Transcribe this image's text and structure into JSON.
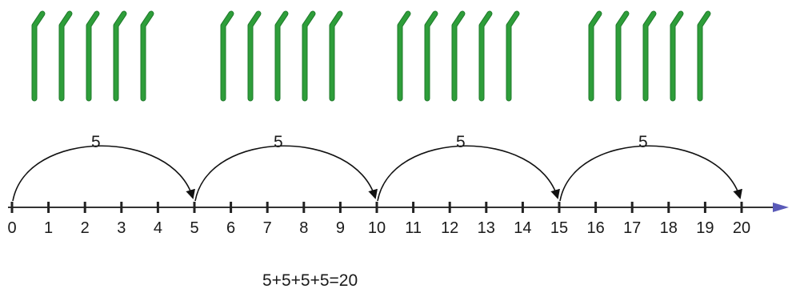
{
  "stick_groups": [
    {
      "count": 5
    },
    {
      "count": 5
    },
    {
      "count": 5
    },
    {
      "count": 5
    }
  ],
  "stick_color": "#2e9e3a",
  "number_line": {
    "min": 0,
    "max": 20,
    "ticks": [
      "0",
      "1",
      "2",
      "3",
      "4",
      "5",
      "6",
      "7",
      "8",
      "9",
      "10",
      "11",
      "12",
      "13",
      "14",
      "15",
      "16",
      "17",
      "18",
      "19",
      "20"
    ],
    "axis_color": "#333333",
    "arrow_color": "#5a5ab8"
  },
  "jumps": [
    {
      "from": 0,
      "to": 5,
      "label": "5"
    },
    {
      "from": 5,
      "to": 10,
      "label": "5"
    },
    {
      "from": 10,
      "to": 15,
      "label": "5"
    },
    {
      "from": 15,
      "to": 20,
      "label": "5"
    }
  ],
  "equation": "5+5+5+5=20"
}
